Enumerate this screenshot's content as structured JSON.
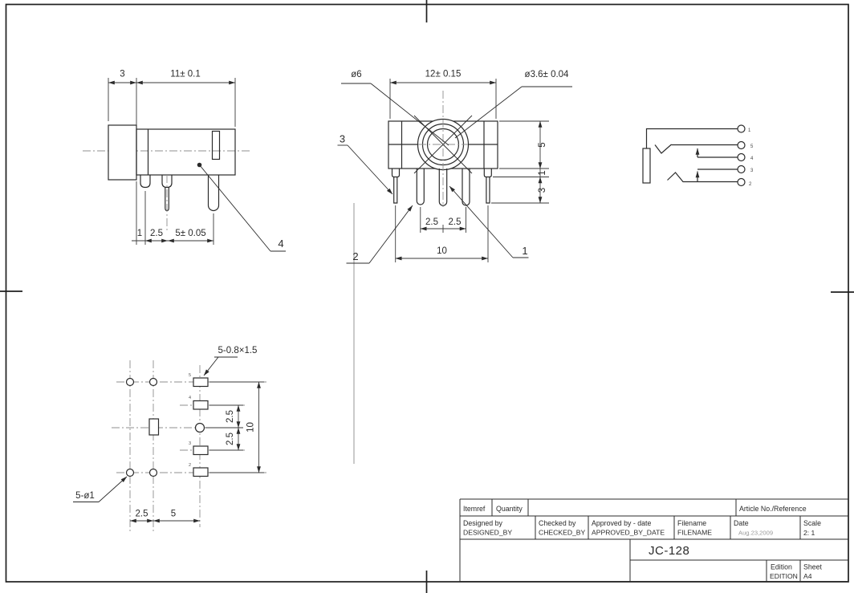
{
  "sheet": {
    "background": "#ffffff",
    "line_color": "#2b2b2b",
    "centerline_color": "#8f8f8f",
    "faint_line_color": "#b4b4b4"
  },
  "side_view": {
    "dim_top_left": "3",
    "dim_top_width": "11± 0.1",
    "dim_bottom_1": "1",
    "dim_bottom_2": "2.5",
    "dim_bottom_3": "5± 0.05",
    "leader_4": "4"
  },
  "front_view": {
    "dim_dia_outer": "ø6",
    "dim_top_width": "12± 0.15",
    "dim_dia_inner": "ø3.6± 0.04",
    "leader_3": "3",
    "leader_2": "2",
    "leader_1": "1",
    "dim_right_5": "5",
    "dim_right_1": "1",
    "dim_right_3": "3",
    "dim_bottom_left": "2.5",
    "dim_bottom_right": "2.5",
    "dim_bottom_total": "10"
  },
  "schematic": {
    "pin_labels": [
      "1",
      "5",
      "4",
      "3",
      "2"
    ]
  },
  "footprint": {
    "leader_slots": "5-0.8×1.5",
    "leader_holes": "5-ø1",
    "pad_labels": [
      "5",
      "4",
      "3",
      "2"
    ],
    "dim_v_1": "2.5",
    "dim_v_2": "2.5",
    "dim_v_total": "10",
    "dim_h_1": "2.5",
    "dim_h_2": "5"
  },
  "title_block": {
    "itemref_label": "Itemref",
    "quantity_label": "Quantity",
    "article_label": "Article No./Reference",
    "designed_label": "Designed by",
    "designed_value": "DESIGNED_BY",
    "checked_label": "Checked by",
    "checked_value": "CHECKED_BY",
    "approved_label": "Approved by - date",
    "approved_value": "APPROVED_BY_DATE",
    "filename_label": "Filename",
    "filename_value": "FILENAME",
    "date_label": "Date",
    "date_value": "Aug.23,2009",
    "scale_label": "Scale",
    "scale_value": "2: 1",
    "drawing_number": "JC-128",
    "edition_label": "Edition",
    "edition_value": "EDITION",
    "sheet_label": "Sheet",
    "sheet_value": "A4"
  }
}
